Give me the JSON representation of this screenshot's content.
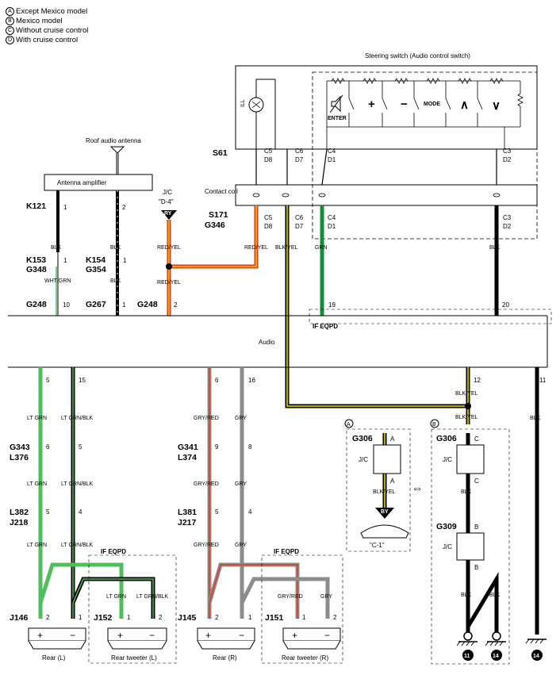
{
  "legend": [
    {
      "code": "A",
      "text": "Except Mexico model"
    },
    {
      "code": "B",
      "text": "Mexico model"
    },
    {
      "code": "C",
      "text": "Without cruise control"
    },
    {
      "code": "D",
      "text": "With cruise control"
    }
  ],
  "components": {
    "steering_switch": "Steering switch (Audio control switch)",
    "ill": "ILL",
    "enter": "ENTER",
    "plus": "+",
    "minus": "−",
    "mode": "MODE",
    "up": "∧",
    "down": "∨",
    "roof_antenna": "Roof audio antenna",
    "antenna_amp": "Antenna amplifier",
    "contact_coil": "Contact coil",
    "jc": "J/C",
    "jc_ref": "\"D-4\"",
    "ry": "RY",
    "audio": "Audio",
    "if_eqpd": "IF EQPD",
    "by": "BY",
    "c1_ref": "\"C-1\"",
    "rear_l": "Rear (L)",
    "rear_tweeter_l": "Rear tweeter (L)",
    "rear_r": "Rear (R)",
    "rear_tweeter_r": "Rear tweeter (R)",
    "ground_11": "11",
    "ground_14": "14",
    "variant_a": "A",
    "variant_b": "B"
  },
  "connectors": {
    "S61": "S61",
    "S171": "S171",
    "G346": "G346",
    "K121": "K121",
    "K153": "K153",
    "G348": "G348",
    "K154": "K154",
    "G354": "G354",
    "G248": "G248",
    "G267": "G267",
    "G343": "G343",
    "L376": "L376",
    "L382": "L382",
    "J218": "J218",
    "G341": "G341",
    "L374": "L374",
    "L381": "L381",
    "J217": "J217",
    "J146": "J146",
    "J152": "J152",
    "J145": "J145",
    "J151": "J151",
    "G306": "G306",
    "G309": "G309"
  },
  "pins": {
    "s61_c5": "C5",
    "s61_d8": "D8",
    "s61_c6": "C6",
    "s61_d7": "D7",
    "s61_c4": "C4",
    "s61_d1": "D1",
    "s61_c3": "C3",
    "s61_d2": "D2",
    "k121": "1",
    "k121_2": "2",
    "k153": "1",
    "k154": "1",
    "g248_10": "10",
    "g267_1": "1",
    "g248_2": "2",
    "audio_19": "19",
    "audio_20": "20",
    "a5": "5",
    "a15": "15",
    "a6": "6",
    "a16": "16",
    "a12": "12",
    "a11": "11",
    "g343_6": "6",
    "g343_5": "5",
    "l382_5": "5",
    "l382_4": "4",
    "g341_9": "9",
    "g341_8": "8",
    "l381_5": "5",
    "l381_4": "4",
    "j146_2": "2",
    "j146_1": "1",
    "j152_1": "1",
    "j152_2": "2",
    "j145_2": "2",
    "j145_1": "1",
    "j151_1": "1",
    "j151_2": "2",
    "g306a_a": "A",
    "g306b_c": "C",
    "g309_b": "B"
  },
  "wires": {
    "blk": "BLK",
    "wht_grn": "WHT/GRN",
    "red_yel": "RED/YEL",
    "blk_yel": "BLK/YEL",
    "grn": "GRN",
    "lt_grn": "LT GRN",
    "lt_grn_blk": "LT GRN/BLK",
    "gry_red": "GRY/RED",
    "gry": "GRY"
  },
  "colors": {
    "blk": "#000000",
    "red": "#e23b1f",
    "yel": "#f2e600",
    "grn": "#148c3c",
    "ltgrn": "#4fbf5c",
    "gry": "#8c8c8c",
    "wht": "#ffffff"
  }
}
